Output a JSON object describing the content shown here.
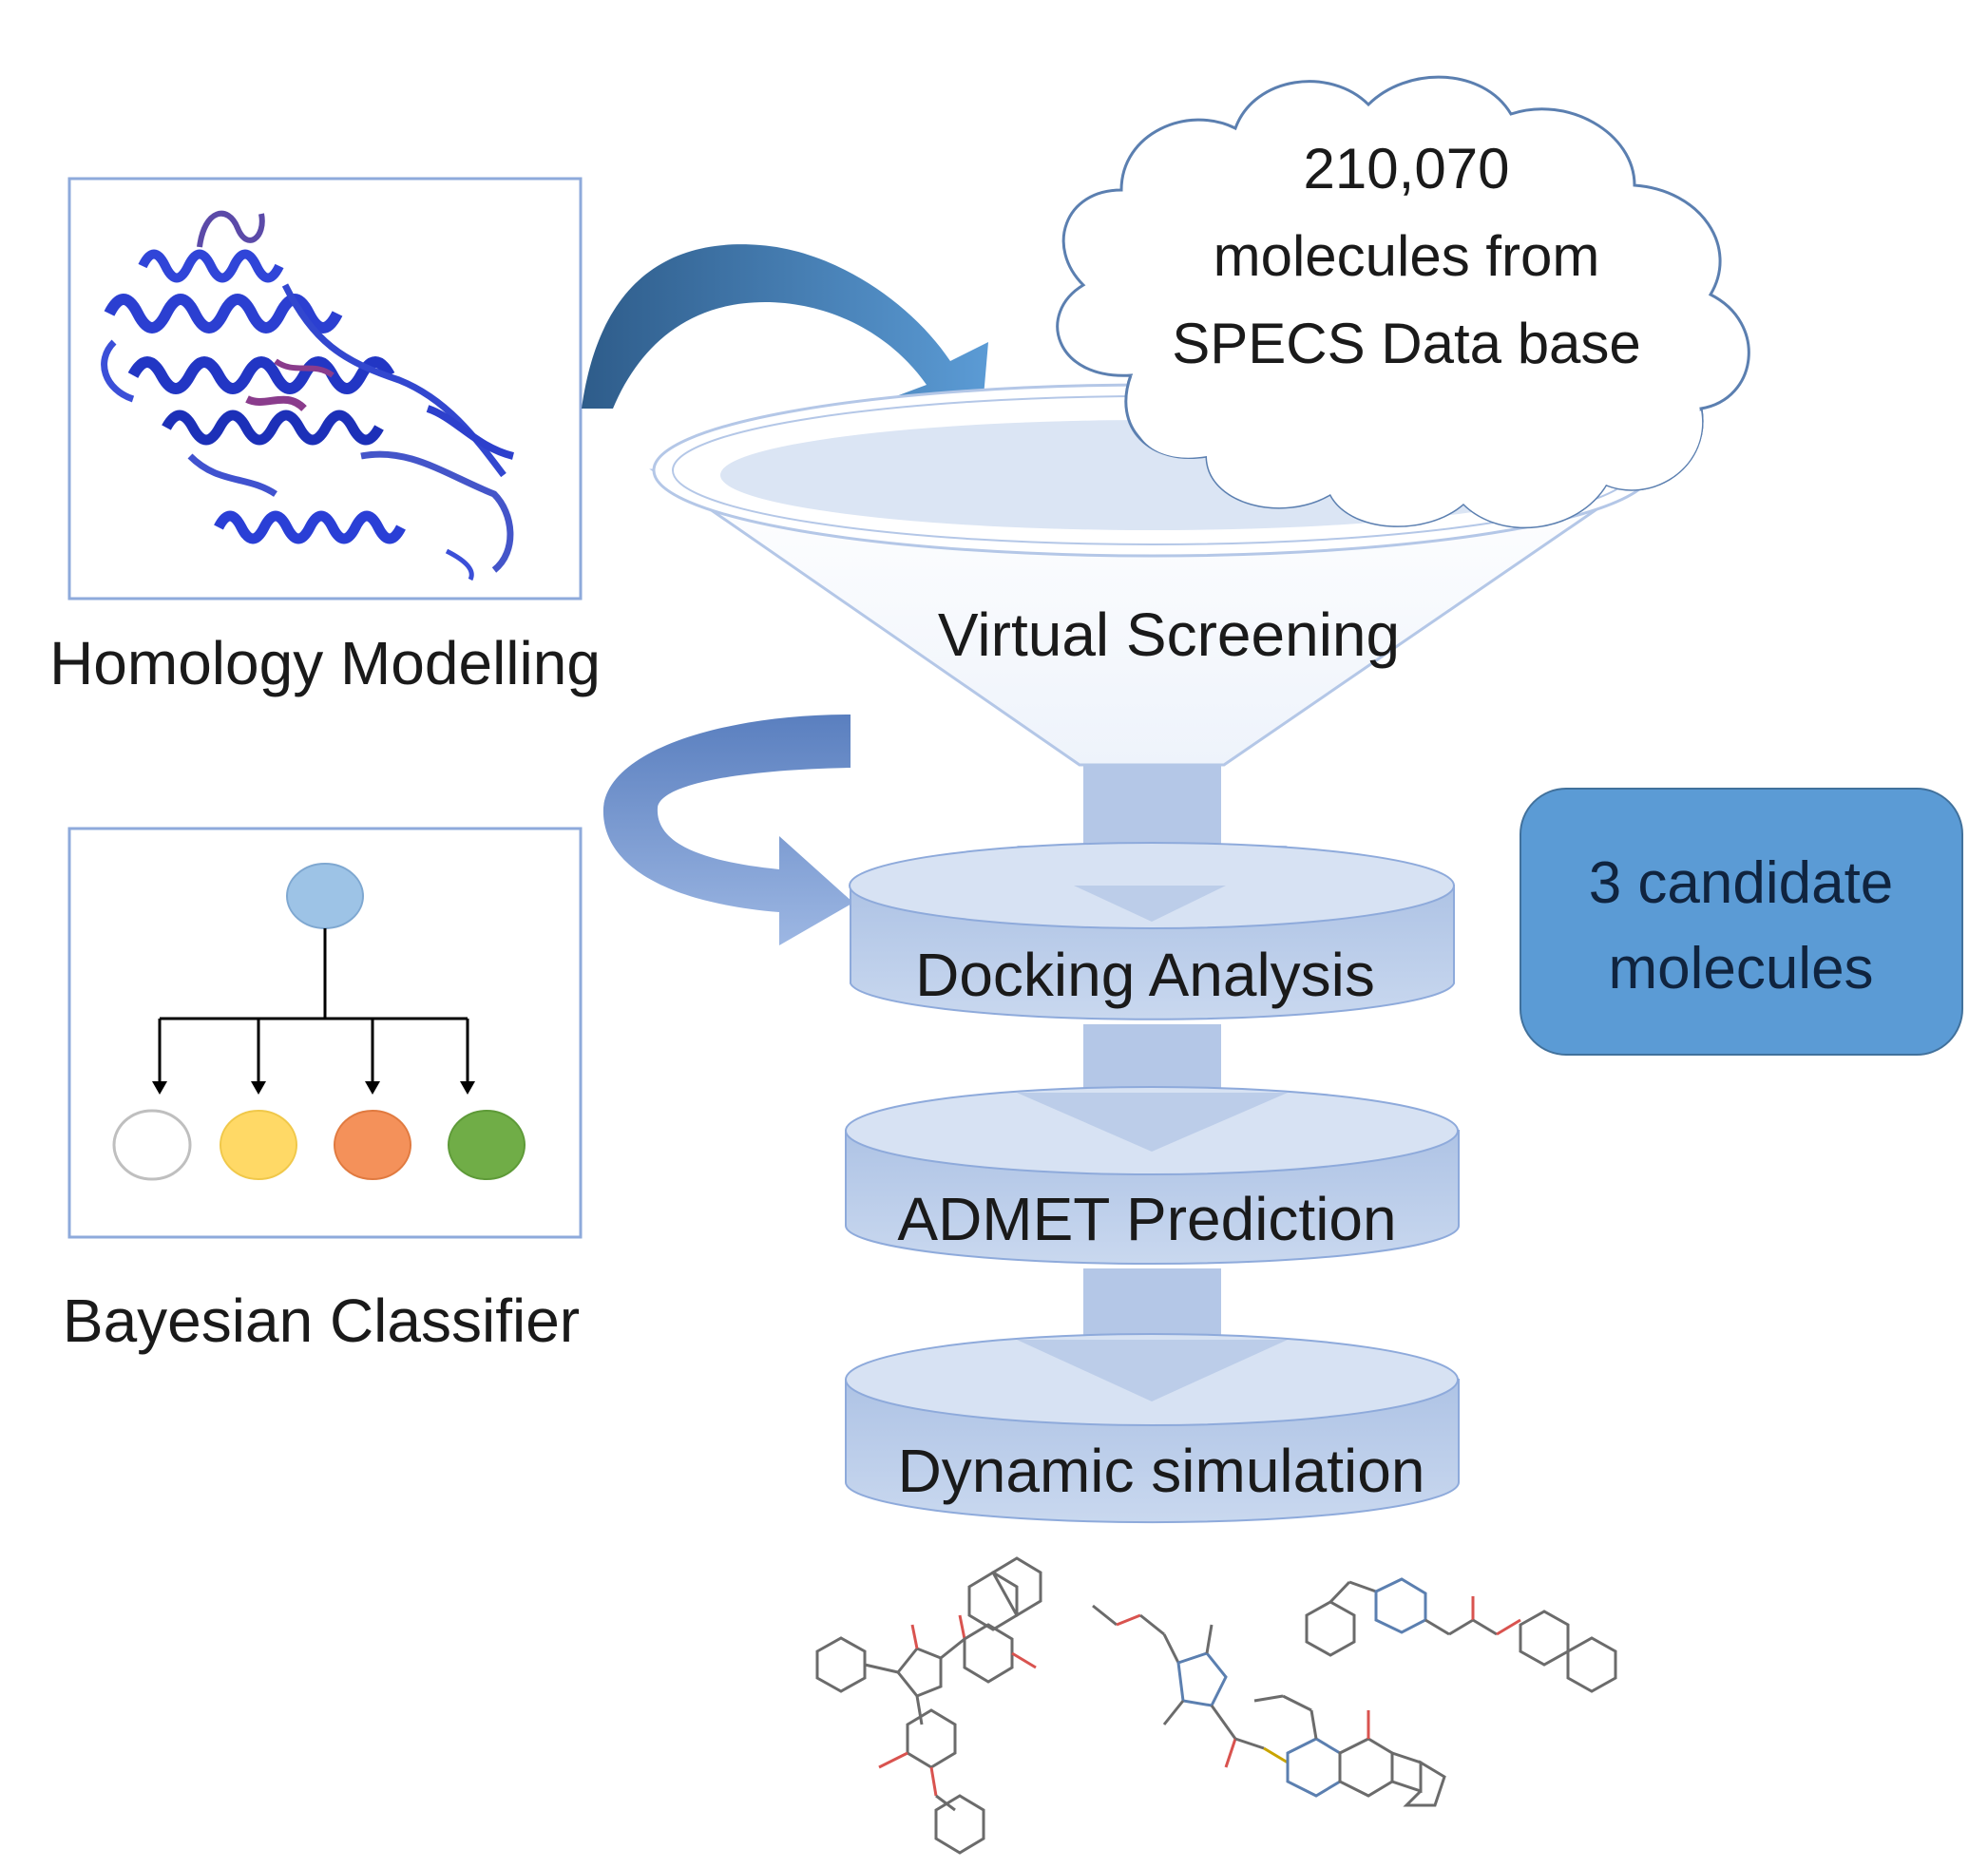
{
  "homology": {
    "label": "Homology Modelling",
    "protein_image": "protein-ribbon-structure"
  },
  "bayesian": {
    "label": "Bayesian Classifier",
    "node_colors": [
      "#ffffff",
      "#ffd966",
      "#f4915a",
      "#70ad47"
    ],
    "root_color": "#9dc3e6"
  },
  "database": {
    "line1": "210,070",
    "line2": "molecules from",
    "line3": "SPECS Data base"
  },
  "steps": {
    "screening": "Virtual Screening",
    "docking": "Docking Analysis",
    "admet": "ADMET Prediction",
    "dynamic": "Dynamic simulation"
  },
  "candidates": {
    "line1": "3 candidate",
    "line2": "molecules",
    "color": "#5b9bd5"
  },
  "colors": {
    "accent": "#4f81bd",
    "disk": "#b4c7e7",
    "frame": "#8eaadb"
  }
}
